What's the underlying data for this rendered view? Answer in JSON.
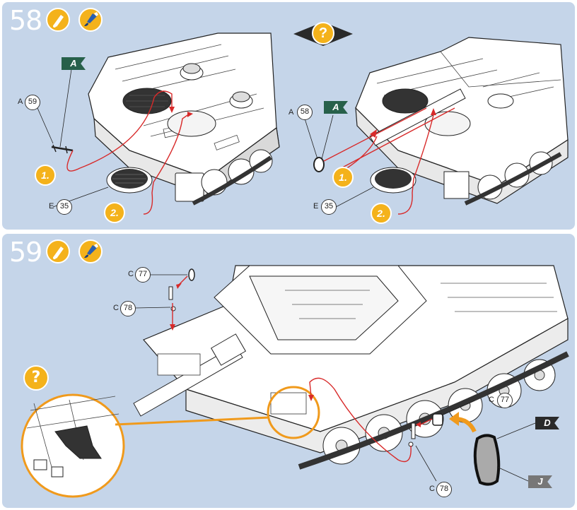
{
  "steps": [
    {
      "number": "58",
      "left_view": {
        "flag": "A",
        "parts": [
          {
            "letter": "A",
            "number": "59"
          },
          {
            "letter": "E",
            "number": "35"
          }
        ],
        "sequence": [
          "1.",
          "2."
        ]
      },
      "right_view": {
        "flag": "A",
        "parts": [
          {
            "letter": "A",
            "number": "58"
          },
          {
            "letter": "E",
            "number": "35"
          }
        ],
        "sequence": [
          "1.",
          "2."
        ],
        "optional_badge": "?"
      }
    },
    {
      "number": "59",
      "parts": [
        {
          "letter": "C",
          "number": "77"
        },
        {
          "letter": "C",
          "number": "78"
        },
        {
          "letter": "C",
          "number": "77"
        },
        {
          "letter": "C",
          "number": "78"
        }
      ],
      "flags": [
        "D",
        "J"
      ],
      "optional_badge": "?"
    }
  ],
  "icons": [
    "glue-icon",
    "paint-icon"
  ],
  "colors": {
    "panel": "#c5d5e9",
    "accent": "#f4b21b",
    "arrow": "#d82a2a",
    "flag_green": "#27604a"
  }
}
